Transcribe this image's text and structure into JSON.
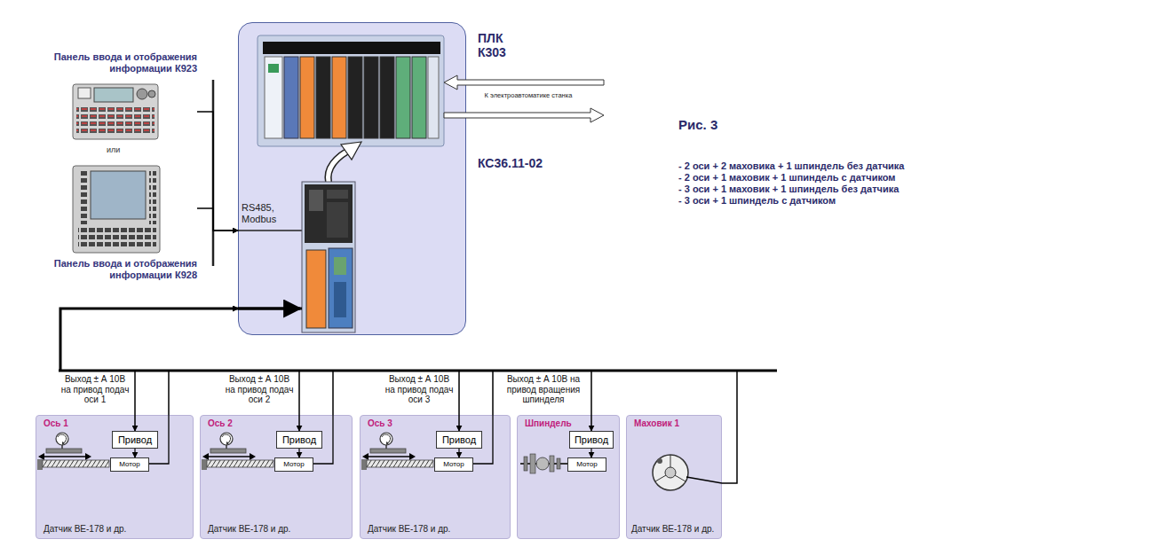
{
  "diagram": {
    "nodes": [
      {
        "text": [
          "Панель ввода и отображения информации К923"
        ]
      },
      {
        "text": [
          "Панель ввода и отображения информации К928"
        ]
      },
      {
        "text": [
          "КС36.11-02"
        ]
      },
      {
        "text": [
          "ПЛК К303"
        ],
        "in": 2
      },
      {
        "text": [
          "Ось 1",
          "Датчик ВЕ-178 и др."
        ]
      },
      {
        "text": [
          "Привод"
        ],
        "in": 4
      },
      {
        "text": [
          "Мотор"
        ],
        "in": 4
      },
      {
        "text": [
          "Ось 2",
          "Датчик ВЕ-178 и др."
        ]
      },
      {
        "text": [
          "Привод"
        ],
        "in": 7
      },
      {
        "text": [
          "Мотор"
        ],
        "in": 7
      },
      {
        "text": [
          "Ось 3",
          "Датчик ВЕ-178 и др."
        ]
      },
      {
        "text": [
          "Привод"
        ],
        "in": 10
      },
      {
        "text": [
          "Мотор"
        ],
        "in": 10
      },
      {
        "text": [
          "Шпиндель"
        ]
      },
      {
        "text": [
          "Привод"
        ],
        "in": 13
      },
      {
        "text": [
          "Мотор"
        ],
        "in": 13
      },
      {
        "text": [
          "Маховик 1",
          "Датчик ВЕ-178 и др."
        ]
      }
    ],
    "edges": [
      {
        "from": 0,
        "to": 2,
        "arrow": "to"
      },
      {
        "from": 1,
        "to": 2,
        "arrow": "to"
      },
      {
        "from": 2,
        "to": 5,
        "label": "Выход ± А 10В на привод подач оси 1",
        "arrow": "to"
      },
      {
        "from": 5,
        "to": 6,
        "arrow": "to"
      },
      {
        "from": 4,
        "to": 2,
        "arrow": "to"
      },
      {
        "from": 2,
        "to": 8,
        "label": "Выход ± А 10В на привод подач оси 2",
        "arrow": "to"
      },
      {
        "from": 8,
        "to": 9,
        "arrow": "to"
      },
      {
        "from": 7,
        "to": 2,
        "arrow": "to"
      },
      {
        "from": 2,
        "to": 11,
        "label": "Выход ± А 10В на привод подач оси 3",
        "arrow": "to"
      },
      {
        "from": 11,
        "to": 12,
        "arrow": "to"
      },
      {
        "from": 10,
        "to": 2,
        "arrow": "to"
      },
      {
        "from": 2,
        "to": 14,
        "label": "Выход ± А 10В на привод вращения шпинделя",
        "arrow": "to"
      },
      {
        "from": 14,
        "to": 15,
        "arrow": "to"
      },
      {
        "from": 16,
        "to": 2,
        "arrow": "to"
      }
    ],
    "labels": [
      "или",
      "RS485, Modbus",
      "К электроавтоматике станка",
      "Рис. 3",
      "- 2 оси + 2 маховика + 1 шпиндель без датчика",
      "- 2 оси + 1 маховик + 1 шпиндель с датчиком",
      "- 3 оси + 1 маховик + 1 шпиндель без датчика",
      "- 3 оси + 1 шпиндель с датчиком"
    ]
  }
}
